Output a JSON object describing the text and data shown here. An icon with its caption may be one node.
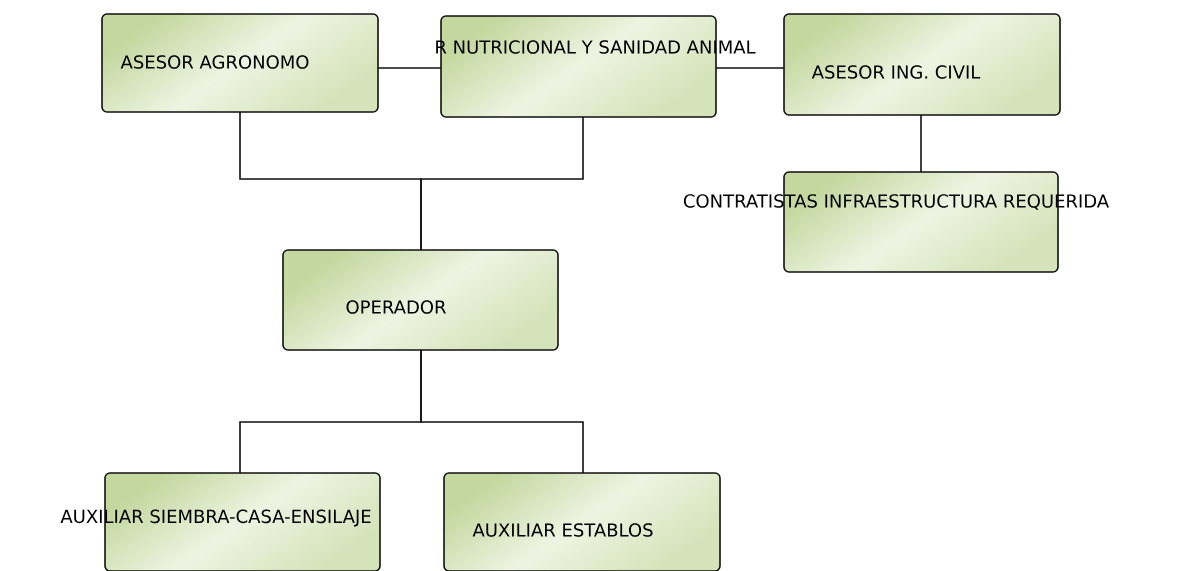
{
  "diagram": {
    "nodes": [
      {
        "text": [
          "ASESOR AGRONOMO"
        ]
      },
      {
        "text": [
          "R NUTRICIONAL Y SANIDAD ANIMAL"
        ]
      },
      {
        "text": [
          "ASESOR ING. CIVIL"
        ]
      },
      {
        "text": [
          "CONTRATISTAS INFRAESTRUCTURA REQUERIDA"
        ]
      },
      {
        "text": [
          "OPERADOR"
        ]
      },
      {
        "text": [
          "AUXILIAR SIEMBRA-CASA-ENSILAJE"
        ]
      },
      {
        "text": [
          "AUXILIAR ESTABLOS"
        ]
      }
    ],
    "edges": [
      {
        "from": 0,
        "to": 1,
        "arrow": "none"
      },
      {
        "from": 1,
        "to": 2,
        "arrow": "none"
      },
      {
        "from": 2,
        "to": 3,
        "arrow": "none"
      },
      {
        "from": 0,
        "to": 4,
        "arrow": "none"
      },
      {
        "from": 1,
        "to": 4,
        "arrow": "none"
      },
      {
        "from": 4,
        "to": 5,
        "arrow": "none"
      },
      {
        "from": 4,
        "to": 6,
        "arrow": "none"
      }
    ]
  }
}
